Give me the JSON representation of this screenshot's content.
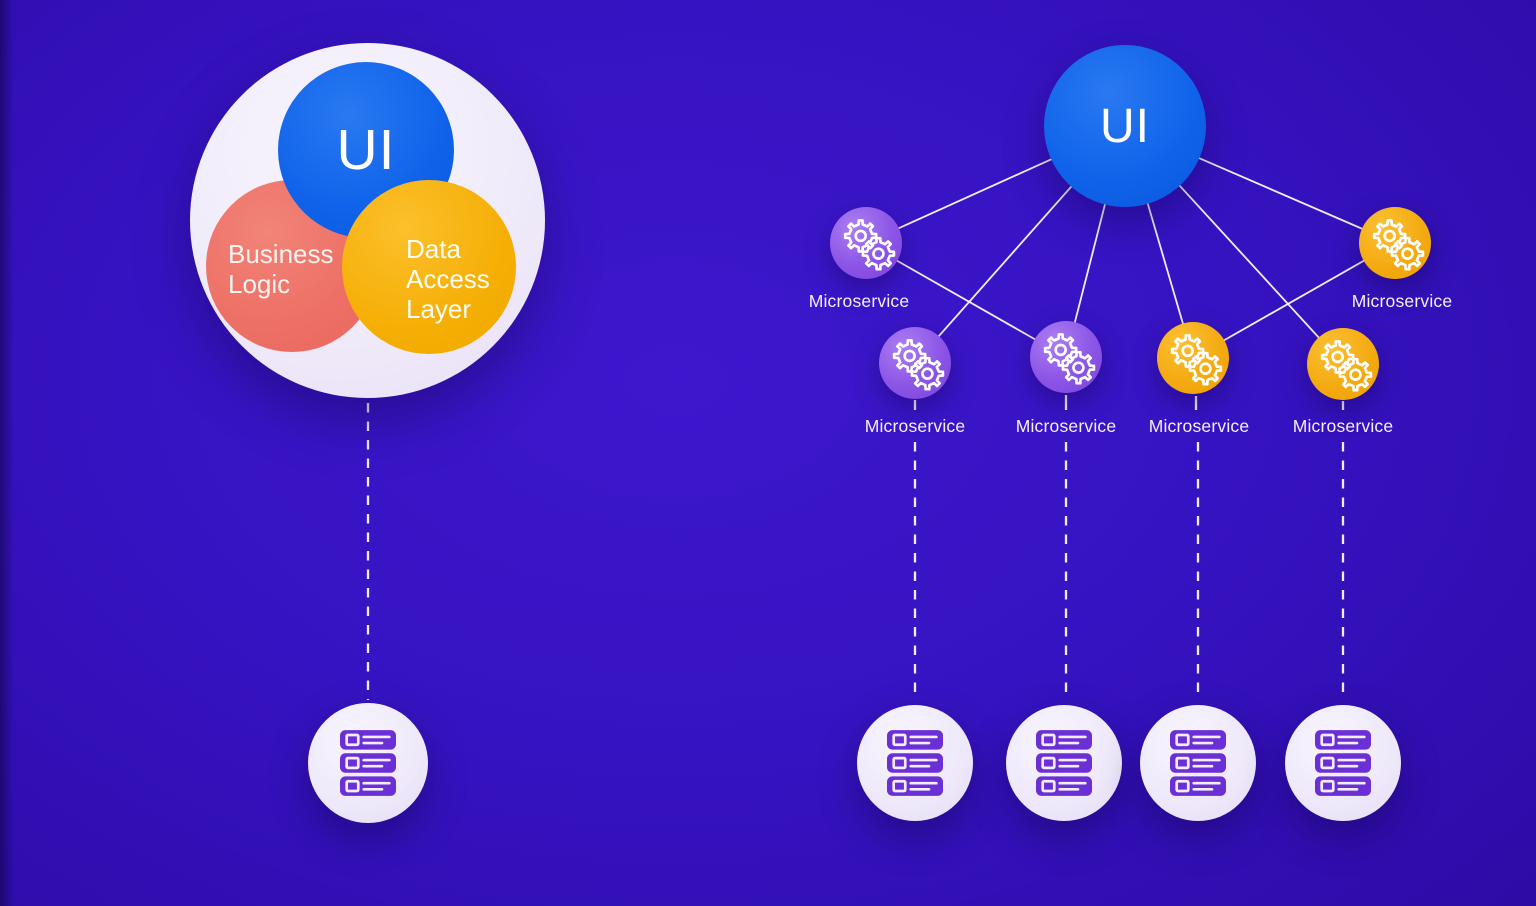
{
  "diagram": {
    "kind": "monolith-vs-microservices-architecture"
  },
  "monolith": {
    "ui_label": "UI",
    "business_logic_label": "Business Logic",
    "data_access_label": "Data Access Layer",
    "database_icon": "server-stack-icon"
  },
  "microservices_panel": {
    "ui_label": "UI",
    "nodes": [
      {
        "label": "Microservice",
        "color": "#8c55e6",
        "icon": "gears-icon"
      },
      {
        "label": "Microservice",
        "color": "#8c55e6",
        "icon": "gears-icon"
      },
      {
        "label": "Microservice",
        "color": "#8c55e6",
        "icon": "gears-icon"
      },
      {
        "label": "Microservice",
        "color": "#f3a90f",
        "icon": "gears-icon"
      },
      {
        "label": "Microservice",
        "color": "#f3a90f",
        "icon": "gears-icon"
      },
      {
        "label": "Microservice",
        "color": "#f3a90f",
        "icon": "gears-icon"
      }
    ],
    "database_count": 4,
    "database_icon": "server-stack-icon"
  },
  "colors": {
    "background": "#3613c2",
    "ui_blue": "#0f62e9",
    "business_logic_red": "#ed6f65",
    "data_access_yellow": "#f5ae04",
    "microservice_purple": "#8c55e6",
    "microservice_gold": "#f3a90f",
    "monolith_circle_white": "#f0ebfa",
    "database_circle_white": "#eee8fa",
    "server_icon_purple": "#6b2fd6",
    "connector_line": "#ffffff"
  }
}
